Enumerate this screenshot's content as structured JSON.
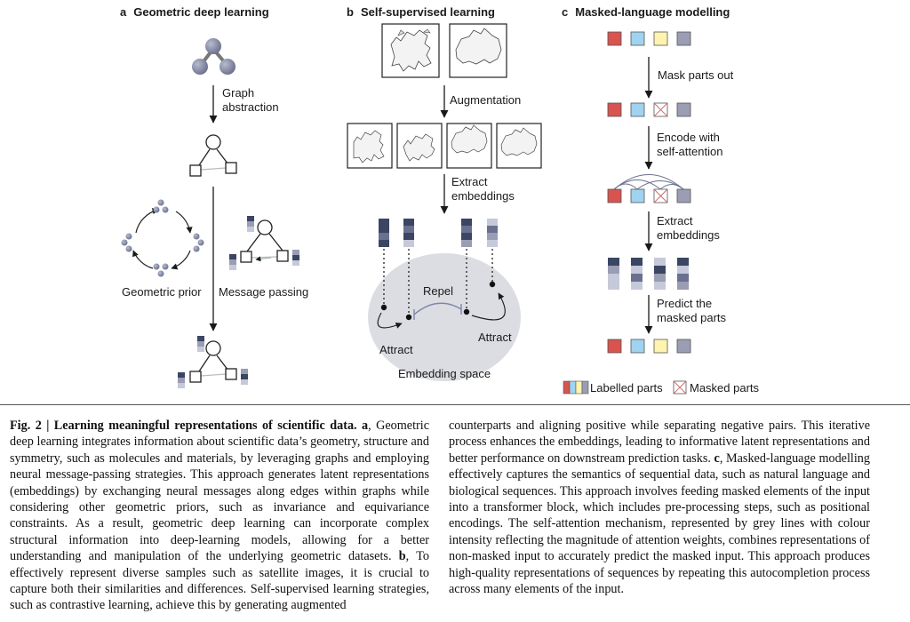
{
  "panel_a": {
    "letter": "a",
    "title": "Geometric deep learning",
    "step1": "Graph\nabstraction",
    "geometric_prior": "Geometric prior",
    "message_passing": "Message passing"
  },
  "panel_b": {
    "letter": "b",
    "title": "Self-supervised learning",
    "augmentation": "Augmentation",
    "extract": "Extract\nembeddings",
    "repel": "Repel",
    "attract_left": "Attract",
    "attract_right": "Attract",
    "space": "Embedding space"
  },
  "panel_c": {
    "letter": "c",
    "title": "Masked-language modelling",
    "step1": "Mask parts out",
    "step2": "Encode with\nself-attention",
    "step3": "Extract\nembeddings",
    "step4": "Predict the\nmasked parts",
    "legend_labelled": "Labelled parts",
    "legend_masked": "Masked parts"
  },
  "colors": {
    "red": "#d9534f",
    "blue": "#9fd3ef",
    "yellow": "#fff3b0",
    "grey": "#9a9db3",
    "navy": "#3a4663",
    "space": "#dcdde3"
  },
  "caption": {
    "heading": "Fig. 2 | Learning meaningful representations of scientific data.",
    "col1_a": " a",
    "col1_text1": ", Geometric deep learning integrates information about scientific data’s geometry, structure and symmetry, such as molecules and materials, by leveraging graphs and employing neural message-passing strategies. This approach generates latent representations (embeddings) by exchanging neural messages along edges within graphs while considering other geometric priors, such as invariance and equivariance constraints. As a result, geometric deep learning can incorporate complex structural information into deep-learning models, allowing for a better understanding and manipulation of the underlying geometric datasets. ",
    "col1_b": "b",
    "col1_text2": ", To effectively represent diverse samples such as satellite images, it is crucial to capture both their similarities and differences. Self-supervised learning strategies, such as contrastive learning, achieve this by generating augmented",
    "col2_text1": "counterparts and aligning positive while separating negative pairs. This iterative process enhances the embeddings, leading to informative latent representations and better performance on downstream prediction tasks. ",
    "col2_c": "c",
    "col2_text2": ", Masked-language modelling effectively captures the semantics of sequential data, such as natural language and biological sequences. This approach involves feeding masked elements of the input into a transformer block, which includes pre-processing steps, such as positional encodings. The self-attention mechanism, represented by grey lines with colour intensity reflecting the magnitude of attention weights, combines representations of non-masked input to accurately predict the masked input. This approach produces high-quality representations of sequences by repeating this autocompletion process across many elements of the input."
  }
}
